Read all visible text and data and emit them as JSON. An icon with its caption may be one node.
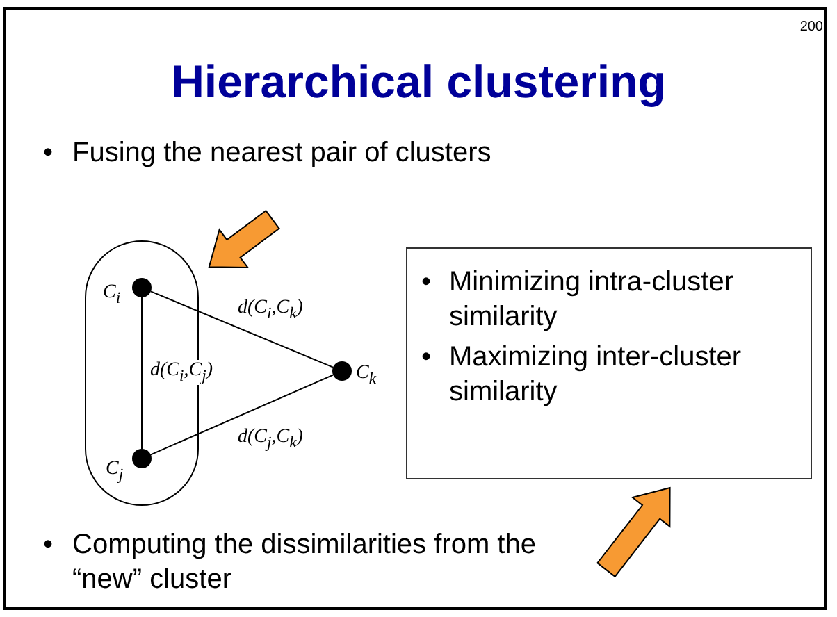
{
  "diagram": {
    "title": "Hierarchical clustering",
    "nodes": [
      {
        "text": [],
        "shape": "oval"
      },
      {
        "text": [],
        "shape": "circle",
        "in": 0,
        "beside": [
          "C$_{i}$"
        ]
      },
      {
        "text": [],
        "shape": "circle",
        "in": 0,
        "beside": [
          "C$_{j}$"
        ]
      },
      {
        "text": [],
        "shape": "circle",
        "beside": [
          "C$_{k}$"
        ]
      },
      {
        "text": [
          "•",
          "Minimizing intra-cluster similarity",
          "•",
          "Maximizing inter-cluster similarity"
        ]
      }
    ],
    "edges": [
      {
        "from": 1,
        "to": 2,
        "arrow": "none",
        "label": "d(C$_{i}$,C$_{j}$)"
      },
      {
        "from": 1,
        "to": 3,
        "arrow": "none",
        "label": "d(C$_{i}$,C$_{k}$)"
      },
      {
        "from": 2,
        "to": 3,
        "arrow": "none",
        "label": "d(C$_{j}$,C$_{k}$)"
      },
      {
        "from": null,
        "to": 0,
        "arrow": "to",
        "style": "thick",
        "color": "#f79a33"
      },
      {
        "from": null,
        "to": 4,
        "arrow": "to",
        "style": "thick",
        "color": "#f79a33"
      }
    ],
    "labels": [
      "200",
      "•",
      "Fusing the nearest pair of clusters",
      "•",
      "Computing the dissimilarities from the “new” cluster"
    ]
  }
}
